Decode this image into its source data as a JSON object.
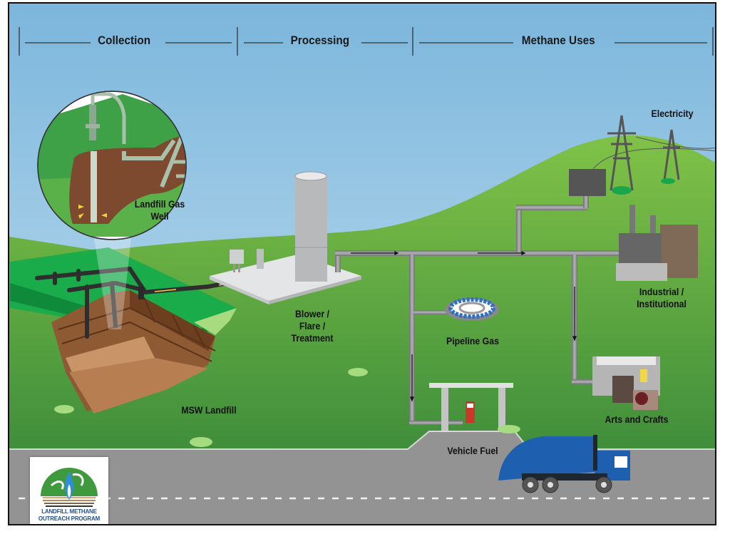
{
  "diagram": {
    "title": "Landfill Gas Energy Flow",
    "stages": [
      {
        "id": "collection",
        "label": "Collection"
      },
      {
        "id": "processing",
        "label": "Processing"
      },
      {
        "id": "methane_uses",
        "label": "Methane Uses"
      }
    ],
    "nodes": {
      "well": {
        "label_line1": "Landfill Gas",
        "label_line2": "Well"
      },
      "landfill": {
        "label": "MSW Landfill"
      },
      "treatment": {
        "label_line1": "Blower /",
        "label_line2": "Flare /",
        "label_line3": "Treatment"
      },
      "electricity": {
        "label": "Electricity"
      },
      "industrial": {
        "label_line1": "Industrial /",
        "label_line2": "Institutional"
      },
      "pipeline_gas": {
        "label": "Pipeline Gas"
      },
      "arts_crafts": {
        "label": "Arts and Crafts"
      },
      "vehicle_fuel": {
        "label": "Vehicle Fuel"
      }
    },
    "edges": [
      {
        "from": "landfill",
        "to": "treatment"
      },
      {
        "from": "treatment",
        "to": "electricity"
      },
      {
        "from": "treatment",
        "to": "industrial"
      },
      {
        "from": "treatment",
        "to": "pipeline_gas"
      },
      {
        "from": "treatment",
        "to": "arts_crafts"
      },
      {
        "from": "treatment",
        "to": "vehicle_fuel"
      }
    ],
    "logo": {
      "line1": "LANDFILL METHANE",
      "line2": "OUTREACH PROGRAM"
    },
    "colors": {
      "sky_top": "#7fb8dd",
      "sky_bottom": "#c6e2f1",
      "grass": "#7cbf45",
      "grass_dark": "#3f8f3a",
      "road": "#939393",
      "pipe": "#8e8f91",
      "soil": "#8a5533",
      "truck": "#1f5fb0"
    }
  }
}
